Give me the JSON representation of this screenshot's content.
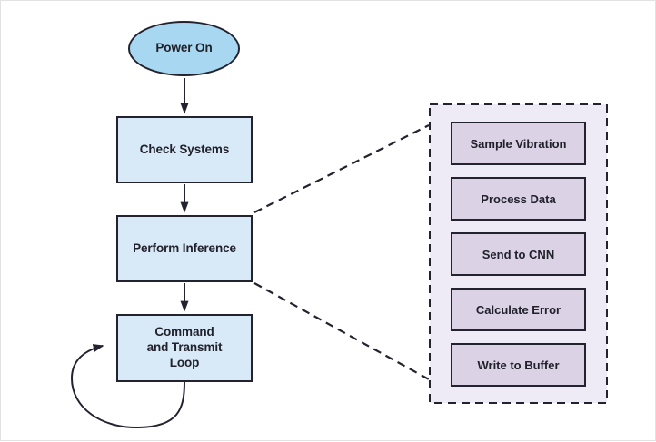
{
  "palette": {
    "oval_fill": "#a8d8f1",
    "process_fill": "#d8eaf8",
    "detail_step_fill": "#dbd2e6",
    "detail_panel_fill": "#eeeaf6",
    "outline": "#232330",
    "text": "#21212b"
  },
  "flow": {
    "start": {
      "label": "Power On"
    },
    "nodes": [
      {
        "label": "Check Systems"
      },
      {
        "label": "Perform Inference"
      },
      {
        "label": "Command and Transmit Loop"
      }
    ]
  },
  "detail_panel": {
    "steps": [
      "Sample Vibration",
      "Process Data",
      "Send to CNN",
      "Calculate Error",
      "Write to Buffer"
    ]
  }
}
